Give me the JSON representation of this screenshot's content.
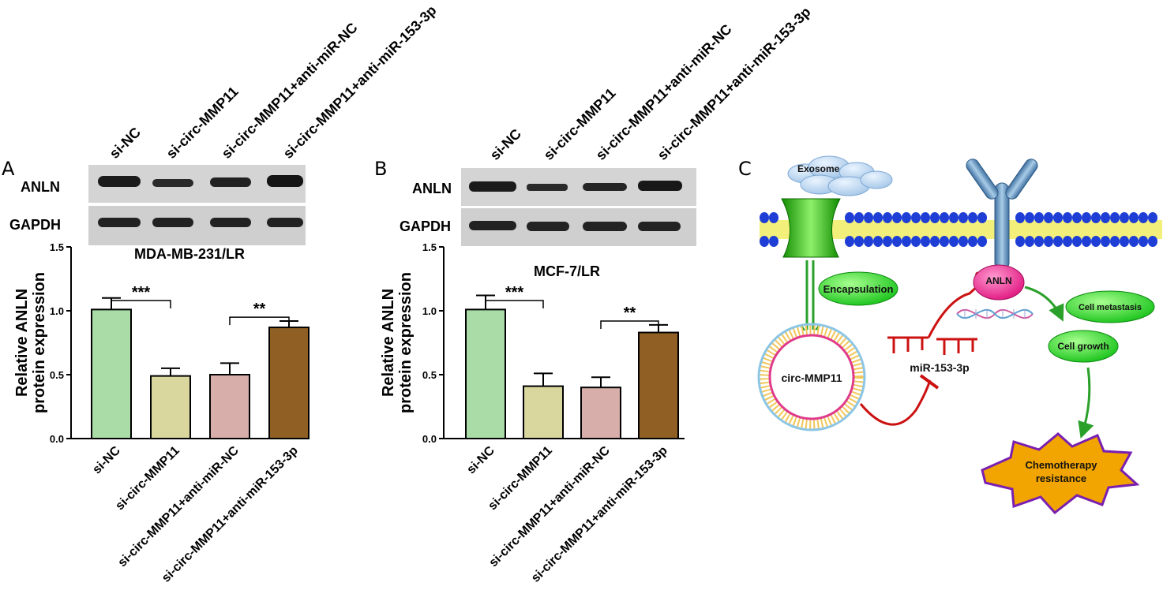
{
  "panels": {
    "A": "A",
    "B": "B",
    "C": "C"
  },
  "blots": [
    {
      "lanes": [
        "si-NC",
        "si-circ-MMP11",
        "si-circ-MMP11+anti-miR-NC",
        "si-circ-MMP11+anti-miR-153-3p"
      ],
      "rows": [
        "ANLN",
        "GAPDH"
      ]
    },
    {
      "lanes": [
        "si-NC",
        "si-circ-MMP11",
        "si-circ-MMP11+anti-miR-NC",
        "si-circ-MMP11+anti-miR-153-3p"
      ],
      "rows": [
        "ANLN",
        "GAPDH"
      ]
    }
  ],
  "chart_data": [
    {
      "type": "bar",
      "title": "MDA-MB-231/LR",
      "ylabel": [
        "Relative ANLN",
        "protein expression"
      ],
      "categories": [
        "si-NC",
        "si-circ-MMP11",
        "si-circ-MMP11+anti-miR-NC",
        "si-circ-MMP11+anti-miR-153-3p"
      ],
      "values": [
        1.01,
        0.49,
        0.5,
        0.87
      ],
      "errors": [
        0.09,
        0.06,
        0.09,
        0.05
      ],
      "colors": [
        "#a9dca6",
        "#d9d79e",
        "#d8aeaa",
        "#8f5f23"
      ],
      "ylim": [
        0,
        1.5
      ],
      "yticks": [
        "0.0",
        "0.5",
        "1.0",
        "1.5"
      ],
      "significance": [
        {
          "from": 0,
          "to": 1,
          "label": "***",
          "y": 1.08
        },
        {
          "from": 2,
          "to": 3,
          "label": "**",
          "y": 0.95
        }
      ]
    },
    {
      "type": "bar",
      "title": "MCF-7/LR",
      "ylabel": [
        "Relative ANLN",
        "protein expression"
      ],
      "categories": [
        "si-NC",
        "si-circ-MMP11",
        "si-circ-MMP11+anti-miR-NC",
        "si-circ-MMP11+anti-miR-153-3p"
      ],
      "values": [
        1.01,
        0.41,
        0.4,
        0.83
      ],
      "errors": [
        0.11,
        0.1,
        0.08,
        0.06
      ],
      "colors": [
        "#a9dca6",
        "#d9d79e",
        "#d8aeaa",
        "#8f5f23"
      ],
      "ylim": [
        0,
        1.5
      ],
      "yticks": [
        "0.0",
        "0.5",
        "1.0",
        "1.5"
      ],
      "significance": [
        {
          "from": 0,
          "to": 1,
          "label": "***",
          "y": 1.08
        },
        {
          "from": 2,
          "to": 3,
          "label": "**",
          "y": 0.92
        }
      ]
    }
  ],
  "diagram": {
    "exosome": "Exosome",
    "encapsulation": "Encapsulation",
    "circ": "circ-MMP11",
    "mir": "miR-153-3p",
    "anln": "ANLN",
    "metastasis": "Cell metastasis",
    "growth": "Cell growth",
    "chemo": [
      "Chemotherapy",
      "resistance"
    ]
  }
}
